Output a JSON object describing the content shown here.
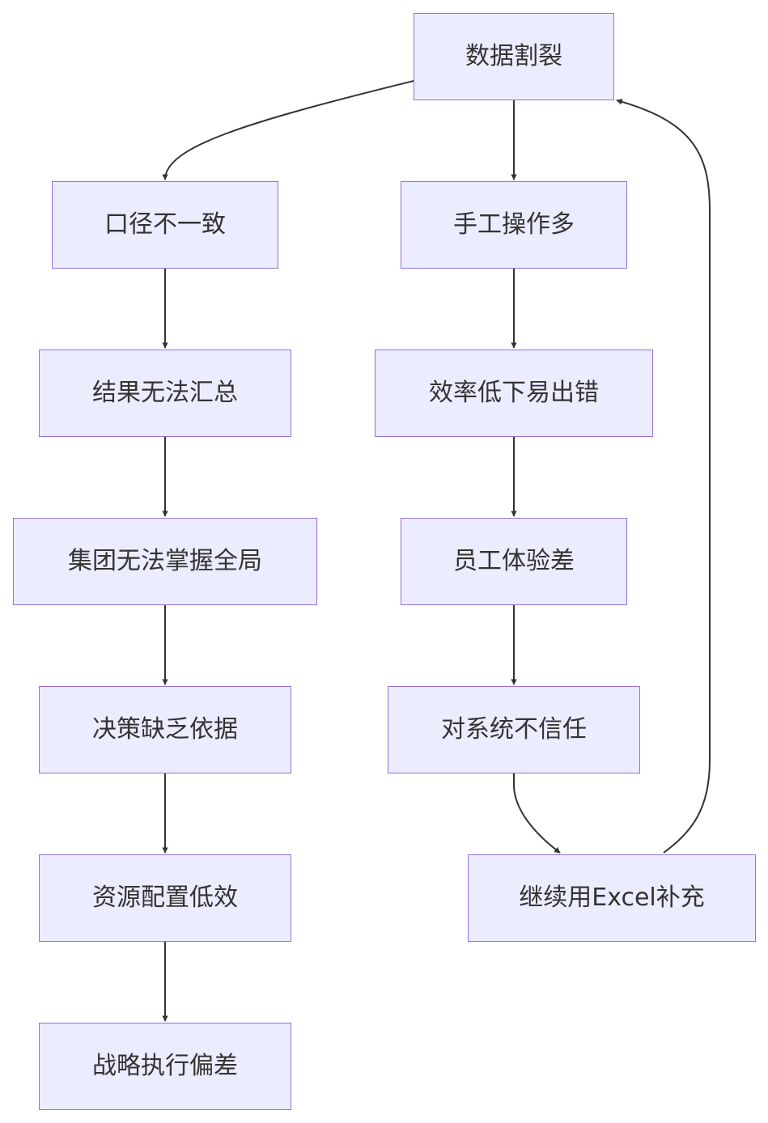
{
  "nodes": [
    {
      "id": "n0",
      "label": "数据割裂"
    },
    {
      "id": "n1",
      "label": "口径不一致"
    },
    {
      "id": "n2",
      "label": "手工操作多"
    },
    {
      "id": "n3",
      "label": "结果无法汇总"
    },
    {
      "id": "n4",
      "label": "效率低下易出错"
    },
    {
      "id": "n5",
      "label": "集团无法掌握全局"
    },
    {
      "id": "n6",
      "label": "员工体验差"
    },
    {
      "id": "n7",
      "label": "决策缺乏依据"
    },
    {
      "id": "n8",
      "label": "对系统不信任"
    },
    {
      "id": "n9",
      "label": "资源配置低效"
    },
    {
      "id": "n10",
      "label": "继续用Excel补充"
    },
    {
      "id": "n11",
      "label": "战略执行偏差"
    }
  ],
  "edges": [
    {
      "from": "n0",
      "to": "n1"
    },
    {
      "from": "n0",
      "to": "n2"
    },
    {
      "from": "n1",
      "to": "n3"
    },
    {
      "from": "n3",
      "to": "n5"
    },
    {
      "from": "n5",
      "to": "n7"
    },
    {
      "from": "n7",
      "to": "n9"
    },
    {
      "from": "n9",
      "to": "n11"
    },
    {
      "from": "n2",
      "to": "n4"
    },
    {
      "from": "n4",
      "to": "n6"
    },
    {
      "from": "n6",
      "to": "n8"
    },
    {
      "from": "n8",
      "to": "n10"
    },
    {
      "from": "n10",
      "to": "n0"
    }
  ],
  "colors": {
    "node_fill": "#ececff",
    "node_border": "#9370db",
    "text": "#333333",
    "edge": "#333333"
  }
}
